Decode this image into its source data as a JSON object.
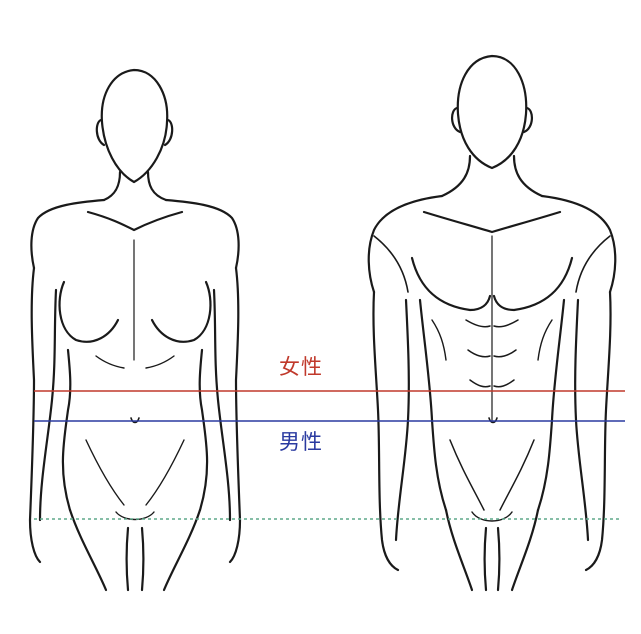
{
  "labels": {
    "female": "女性",
    "male": "男性"
  },
  "colors": {
    "background": "#ffffff",
    "ink": "#1a1a1a",
    "female_line": "#c0392b",
    "male_line": "#2a3aa0",
    "crotch_line": "#5fa88a"
  },
  "icons": {
    "female_figure": "female-torso-sketch",
    "male_figure": "male-torso-sketch"
  }
}
